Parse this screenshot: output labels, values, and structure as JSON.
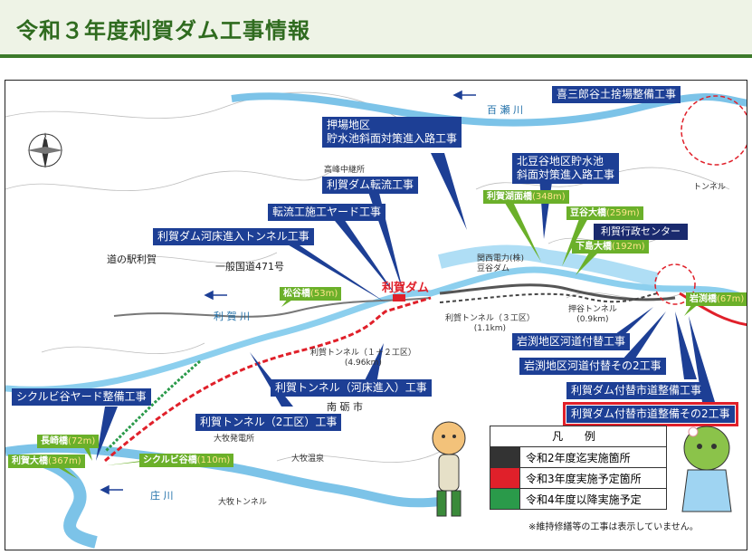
{
  "header": {
    "title": "令和３年度利賀ダム工事情報"
  },
  "labels": {
    "kisaburo": "喜三郎谷土捨場整備工事",
    "oshiba": "押場地区\n貯水池斜面対策進入路工事",
    "kitatoya": "北豆谷地区貯水池\n斜面対策進入路工事",
    "tenryu": "利賀ダム転流工事",
    "yard": "転流工施工ヤード工事",
    "kasho": "利賀ダム河床進入トンネル工事",
    "riverbed_tunnel": "利賀トンネル（河床進入）工事",
    "tunnel2": "利賀トンネル（2工区）工事",
    "shikurubi_yard": "シクルビ谷ヤード整備工事",
    "iwabuchi": "岩渕地区河道付替工事",
    "iwabuchi2": "岩渕地区河道付替その2工事",
    "road": "利賀ダム付替市道整備工事",
    "road2": "利賀ダム付替市道整備その2工事",
    "gyosei": "利賀行政センター"
  },
  "bridges": [
    {
      "name": "利賀湖面橋",
      "len": "(348m)"
    },
    {
      "name": "豆谷大橋",
      "len": "(259m)"
    },
    {
      "name": "下島大橋",
      "len": "(192m)"
    },
    {
      "name": "松谷橋",
      "len": "(53m)"
    },
    {
      "name": "岩渕橋",
      "len": "(67m)"
    },
    {
      "name": "長崎橋",
      "len": "(72m)"
    },
    {
      "name": "利賀大橋",
      "len": "(367m)"
    },
    {
      "name": "シクルビ谷橋",
      "len": "(110m)"
    }
  ],
  "maptext": {
    "river_momose": "百 瀬 川",
    "river_toga": "利 賀 川",
    "river_sho": "庄 川",
    "route": "一般国道471号",
    "michi": "道の駅利賀",
    "dam": "利賀ダム",
    "kansai": "関西電力(株)\n豆谷ダム",
    "tunnel3": "利賀トンネル（３工区）\n(1.1km)",
    "tunnel12": "利賀トンネル（１＋２工区）\n(4.96km)",
    "oshiba_tunnel": "押谷トンネル\n(0.9km)",
    "nanto": "南 砺 市",
    "takamine": "高峰中継所",
    "omaki": "大牧発電所",
    "omaki_onsen": "大牧温泉",
    "omaki_tunnel": "大牧トンネル",
    "toga_tunnel_label": "トンネル"
  },
  "legend": {
    "title": "凡 例",
    "items": [
      {
        "color": "#333333",
        "text": "令和2年度迄実施箇所"
      },
      {
        "color": "#e0202a",
        "text": "令和3年度実施予定箇所"
      },
      {
        "color": "#2a9a4a",
        "text": "令和4年度以降実施予定"
      }
    ],
    "note": "※維持修繕等の工事は表示していません。"
  },
  "compass_icon": "compass-rose-icon"
}
